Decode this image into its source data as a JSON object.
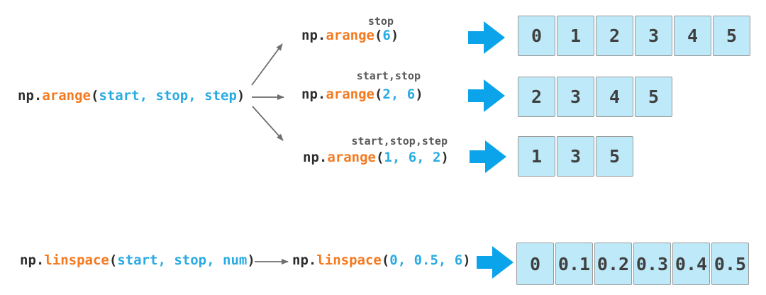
{
  "palette": {
    "code_text": "#2d2d2d",
    "function_orange": "#f47a20",
    "argument_blue": "#29abe2",
    "label_gray": "#58595b",
    "thin_arrow_gray": "#6e6e6e",
    "big_arrow_blue": "#0ba3e9",
    "cell_fill": "#bee9f8",
    "cell_border": "#9b9b9b",
    "cell_text": "#3f3f3f"
  },
  "arange": {
    "source": {
      "prefix": "np.",
      "func": "arange",
      "lparen": "(",
      "args": "start, stop, step",
      "rparen": ")"
    },
    "branches": [
      {
        "label": "stop",
        "prefix": "np.",
        "func": "arange",
        "lparen": "(",
        "args": "6",
        "rparen": ")",
        "cells": [
          "0",
          "1",
          "2",
          "3",
          "4",
          "5"
        ]
      },
      {
        "label": "start,stop",
        "prefix": "np.",
        "func": "arange",
        "lparen": "(",
        "args": "2, 6",
        "rparen": ")",
        "cells": [
          "2",
          "3",
          "4",
          "5"
        ]
      },
      {
        "label": "start,stop,step",
        "prefix": "np.",
        "func": "arange",
        "lparen": "(",
        "args": "1, 6, 2",
        "rparen": ")",
        "cells": [
          "1",
          "3",
          "5"
        ]
      }
    ]
  },
  "linspace": {
    "source": {
      "prefix": "np.",
      "func": "linspace",
      "lparen": "(",
      "args": "start, stop, num",
      "rparen": ")"
    },
    "example": {
      "prefix": "np.",
      "func": "linspace",
      "lparen": "(",
      "args": "0, 0.5, 6",
      "rparen": ")"
    },
    "cells": [
      "0",
      "0.1",
      "0.2",
      "0.3",
      "0.4",
      "0.5"
    ]
  }
}
